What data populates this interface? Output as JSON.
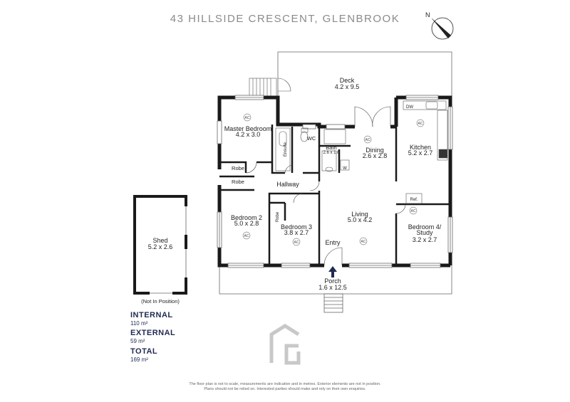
{
  "title": "43 HILLSIDE CRESCENT, GLENBROOK",
  "compass": {
    "label": "N"
  },
  "rooms": {
    "deck": {
      "name": "Deck",
      "dims": "4.2 x 9.5"
    },
    "master": {
      "name": "Master Bedroom",
      "dims": "4.2 x 3.0"
    },
    "ensuite": {
      "name": "Ensuite"
    },
    "wc": {
      "name": "WC"
    },
    "bath": {
      "name": "Bath",
      "dims": "2.6 x 1.6"
    },
    "laundry_w": {
      "name": "W"
    },
    "dining": {
      "name": "Dining",
      "dims": "2.6 x 2.8"
    },
    "kitchen": {
      "name": "Kitchen",
      "dims": "5.2 x 2.7"
    },
    "dw": {
      "name": "DW"
    },
    "robe1": {
      "name": "Robe"
    },
    "robe2": {
      "name": "Robe"
    },
    "robe3": {
      "name": "Robe"
    },
    "hallway": {
      "name": "Hallway"
    },
    "ref": {
      "name": "Ref."
    },
    "bed2": {
      "name": "Bedroom 2",
      "dims": "5.0 x 2.8"
    },
    "bed3": {
      "name": "Bedroom 3",
      "dims": "3.8 x 2.7"
    },
    "living": {
      "name": "Living",
      "dims": "5.0 x 4.2"
    },
    "bed4": {
      "name": "Bedroom 4/",
      "name2": "Study",
      "dims": "3.2 x 2.7"
    },
    "entry": {
      "name": "Entry"
    },
    "porch": {
      "name": "Porch",
      "dims": "1.6 x 12.5"
    },
    "shed": {
      "name": "Shed",
      "dims": "5.2 x 2.6",
      "note": "(Not In Position)"
    }
  },
  "ac_label": "AC",
  "areas": {
    "internal": {
      "label": "INTERNAL",
      "value": "110 m²"
    },
    "external": {
      "label": "EXTERNAL",
      "value": "59 m²"
    },
    "total": {
      "label": "TOTAL",
      "value": "169 m²"
    }
  },
  "disclaimer": [
    "The floor plan is not to scale, measurements are indicative and in metres. Exterior elements are not in position.",
    "Plans should not be relied on. Interested parties should make and rely on their own enquiries."
  ]
}
